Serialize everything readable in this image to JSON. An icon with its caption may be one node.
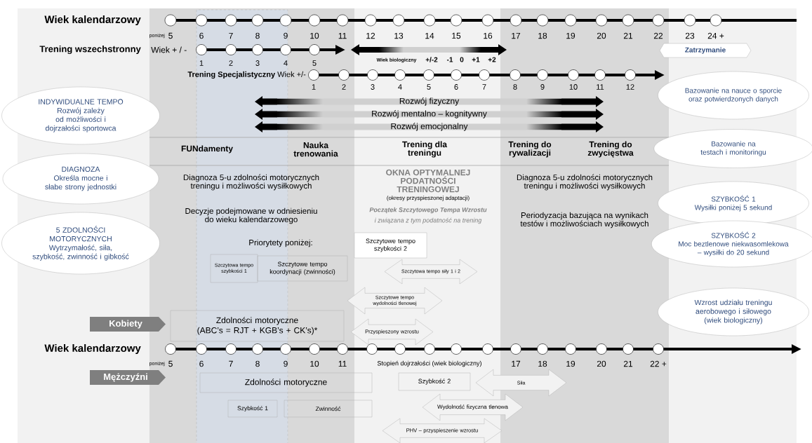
{
  "diagram": {
    "nodes": [
      {
        "text": [
          "INDYWIDUALNE TEMPO",
          "Rozwój zależy od możliwości i dojrzałości sportowca"
        ]
      },
      {
        "text": [
          "DIAGNOZA",
          "Określa mocne i słabe strony jednostki"
        ]
      },
      {
        "text": [
          "5 ZDOLNOŚCI MOTORYCZNYCH",
          "Wytrzymałość, siła, szybkość, zwinność i gibkość"
        ]
      },
      {
        "text": [
          "Bazowanie na nauce o sporcie oraz potwierdzonych danych"
        ]
      },
      {
        "text": [
          "Bazowanie na testach i monitoringu"
        ]
      },
      {
        "text": [
          "SZYBKOŚĆ 1",
          "Wysiłki poniżej 5 sekund"
        ]
      },
      {
        "text": [
          "SZYBKOŚĆ 2",
          "Moc beztlenowe niekwasomlekowa – wysiłki do 20 sekund"
        ]
      },
      {
        "text": [
          "Wzrost udziału treningu aerobowego i siłowego (wiek biologiczny)"
        ]
      },
      {
        "text": [
          "Zatrzymanie"
        ]
      },
      {
        "text": [
          "Rozwój fizyczny"
        ]
      },
      {
        "text": [
          "Rozwój mentalno – kognitywny"
        ]
      },
      {
        "text": [
          "Rozwój emocjonalny"
        ]
      },
      {
        "text": [
          "Szczytowa tempo szybkości 1"
        ]
      },
      {
        "text": [
          "Szczytowe tempo koordynacji (zwinności)"
        ]
      },
      {
        "text": [
          "Szczytowe tempo szybkości 2"
        ]
      },
      {
        "text": [
          "Szczytowa tempo siły 1 i 2"
        ]
      },
      {
        "text": [
          "Szczytowe tempo wydolności tlenowej"
        ]
      },
      {
        "text": [
          "Przyspieszony wzrostu"
        ]
      },
      {
        "text": [
          "Kobiety"
        ]
      },
      {
        "text": [
          "Zdolności motoryczne",
          "(ABC’s = RJT + KGB’s + CK’s)*"
        ]
      },
      {
        "text": [
          "Mężczyźni"
        ]
      },
      {
        "text": [
          "Zdolności motoryczne"
        ]
      },
      {
        "text": [
          "Szybkość 1"
        ]
      },
      {
        "text": [
          "Zwinność"
        ]
      },
      {
        "text": [
          "Szybkość 2"
        ]
      },
      {
        "text": [
          "Siła"
        ]
      },
      {
        "text": [
          "Wydolność fizyczna tlenowa"
        ]
      },
      {
        "text": [
          "PHV – przyspieszenie wzrostu"
        ]
      }
    ],
    "labels": [
      "Wiek kalendarzowy",
      "poniżej",
      "5",
      "6",
      "7",
      "8",
      "9",
      "10",
      "11",
      "12",
      "13",
      "14",
      "15",
      "16",
      "17",
      "18",
      "19",
      "20",
      "21",
      "22",
      "23",
      "24 +",
      "Trening wszechstronny",
      "Wiek + / -",
      "1",
      "2",
      "3",
      "4",
      "5",
      "Wiek biologiczny",
      "+/-2",
      "-1",
      "0",
      "+1",
      "+2",
      "**Trening Specjalistyczny** Wiek +/-",
      "1",
      "2",
      "3",
      "4",
      "5",
      "6",
      "7",
      "8",
      "9",
      "10",
      "11",
      "12",
      "FUNdamenty",
      "Nauka trenowania",
      "Trening dla treningu",
      "Trening do rywalizacji",
      "Trening do zwycięstwa",
      "Diagnoza 5-u zdolności motorycznych treningu i możliwości wysiłkowych",
      "Decyzje podejmowane w odniesieniu do wieku kalendarzowego",
      "Priorytety poniżej:",
      "OKNA OPTYMALNEJ PODATNOŚCI TRENINGOWEJ",
      "(okresy przyspieszonej adaptacji)",
      "Początek Szczytowego Tempa Wzrostu",
      "i związana z tym podatność na trening",
      "Diagnoza 5-u zdolności motorycznych treningu i możliwości wysiłkowych",
      "Periodyzacja bazująca na wynikach testów i możliwościach wysiłkowych",
      "Wiek kalendarzowy",
      "poniżej",
      "5",
      "6",
      "7",
      "8",
      "9",
      "10",
      "11",
      "Stopień dojrzałości (wiek biologiczny)",
      "17",
      "18",
      "19",
      "20",
      "21",
      "22 +"
    ]
  }
}
